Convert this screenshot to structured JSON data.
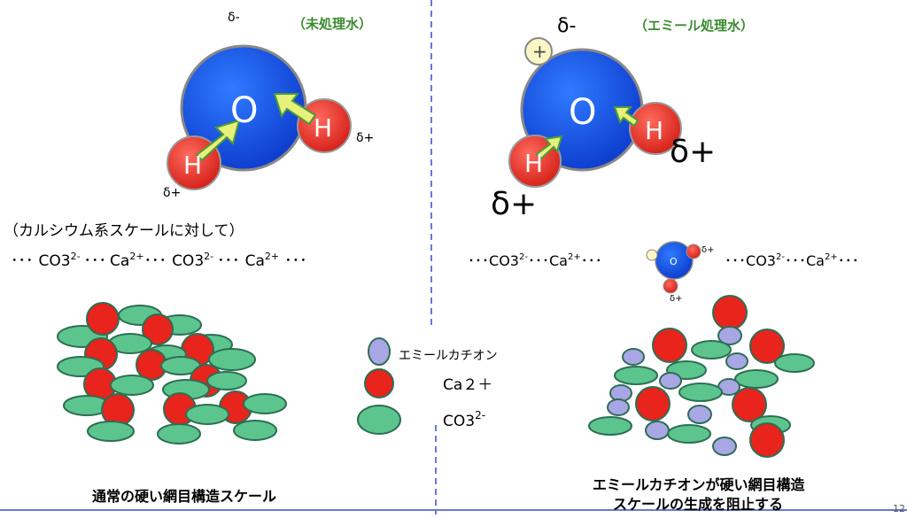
{
  "left_panel": {
    "title": "（未処理水）",
    "delta_minus": "δ-",
    "delta_plus_right": "δ+",
    "delta_plus_left": "δ+",
    "oxygen": "O",
    "hydrogen": "H",
    "target_label": "（カルシウム系スケールに対して）",
    "ion_chain": [
      "･･･",
      "CO3",
      "2-",
      "･･･",
      "Ca",
      "2+",
      "･･･",
      "CO3",
      "2-",
      "･･･",
      "Ca",
      "2+",
      "･･･"
    ],
    "caption": "通常の硬い網目構造スケール"
  },
  "right_panel": {
    "title": "（エミール処理水）",
    "delta_minus": "δ-",
    "plus_sign": "+",
    "delta_plus_right": "δ+",
    "delta_plus_left": "δ+",
    "oxygen": "O",
    "hydrogen": "H",
    "ion_chain_left": [
      "･･･",
      "CO3",
      "2-",
      "･･･",
      "Ca",
      "2+",
      "･･･"
    ],
    "ion_chain_right": [
      "･･･",
      "CO3",
      "2-",
      "･･･",
      "Ca",
      "2+",
      "･･･"
    ],
    "caption_line1": "エミールカチオンが硬い網目構造",
    "caption_line2": "スケールの生成を阻止する"
  },
  "legend": {
    "items": [
      {
        "label": "エミールカチオン",
        "color": "#a9a6e6"
      },
      {
        "label": "Ca２＋",
        "color": "#e8241c"
      },
      {
        "label": "CO3",
        "sup": "2-",
        "color": "#5cc58e"
      }
    ]
  },
  "colors": {
    "oxygen_blue": "#1b59e6",
    "hydrogen_red": "#e23a2e",
    "arrow_fill": "#e6f07a",
    "ca_red": "#e8241c",
    "co3_green": "#5cc58e",
    "cation_purple": "#a9a6e6",
    "divider": "#6a78d8",
    "title_green": "#3a8a2f"
  },
  "page_number": "12"
}
